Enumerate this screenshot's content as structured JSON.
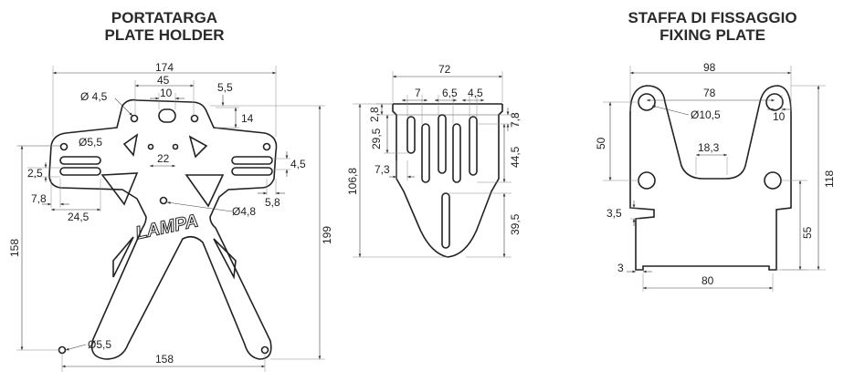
{
  "titles": {
    "left_it": "PORTATARGA",
    "left_en": "PLATE HOLDER",
    "right_it": "STAFFA DI FISSAGGIO",
    "right_en": "FIXING PLATE"
  },
  "logo": "LAMPA",
  "plate_holder": {
    "d174": "174",
    "d45": "45",
    "d10": "10",
    "d55": "5,5",
    "d14": "14",
    "d_hole_top": "Ø 4,5",
    "d_hole_left": "Ø5,5",
    "d22": "22",
    "d45r": "4,5",
    "d25": "2,5",
    "d78": "7,8",
    "d245": "24,5",
    "d58": "5,8",
    "d_hole_mid": "Ø4,8",
    "d158v": "158",
    "d199": "199",
    "d_hole_bottom": "Ø5,5",
    "d158h": "158"
  },
  "middle": {
    "d72": "72",
    "d7": "7",
    "d65": "6,5",
    "d45": "4,5",
    "d28": "2,8",
    "d78": "7,8",
    "d295": "29,5",
    "d1068": "106,8",
    "d73": "7,3",
    "d445": "44,5",
    "d395": "39,5"
  },
  "fixing_plate": {
    "d98": "98",
    "d78": "78",
    "d_hole": "Ø10,5",
    "d10": "10",
    "d50": "50",
    "d183": "18,3",
    "d118": "118",
    "d35": "3,5",
    "d55": "55",
    "d3": "3",
    "d80": "80"
  }
}
